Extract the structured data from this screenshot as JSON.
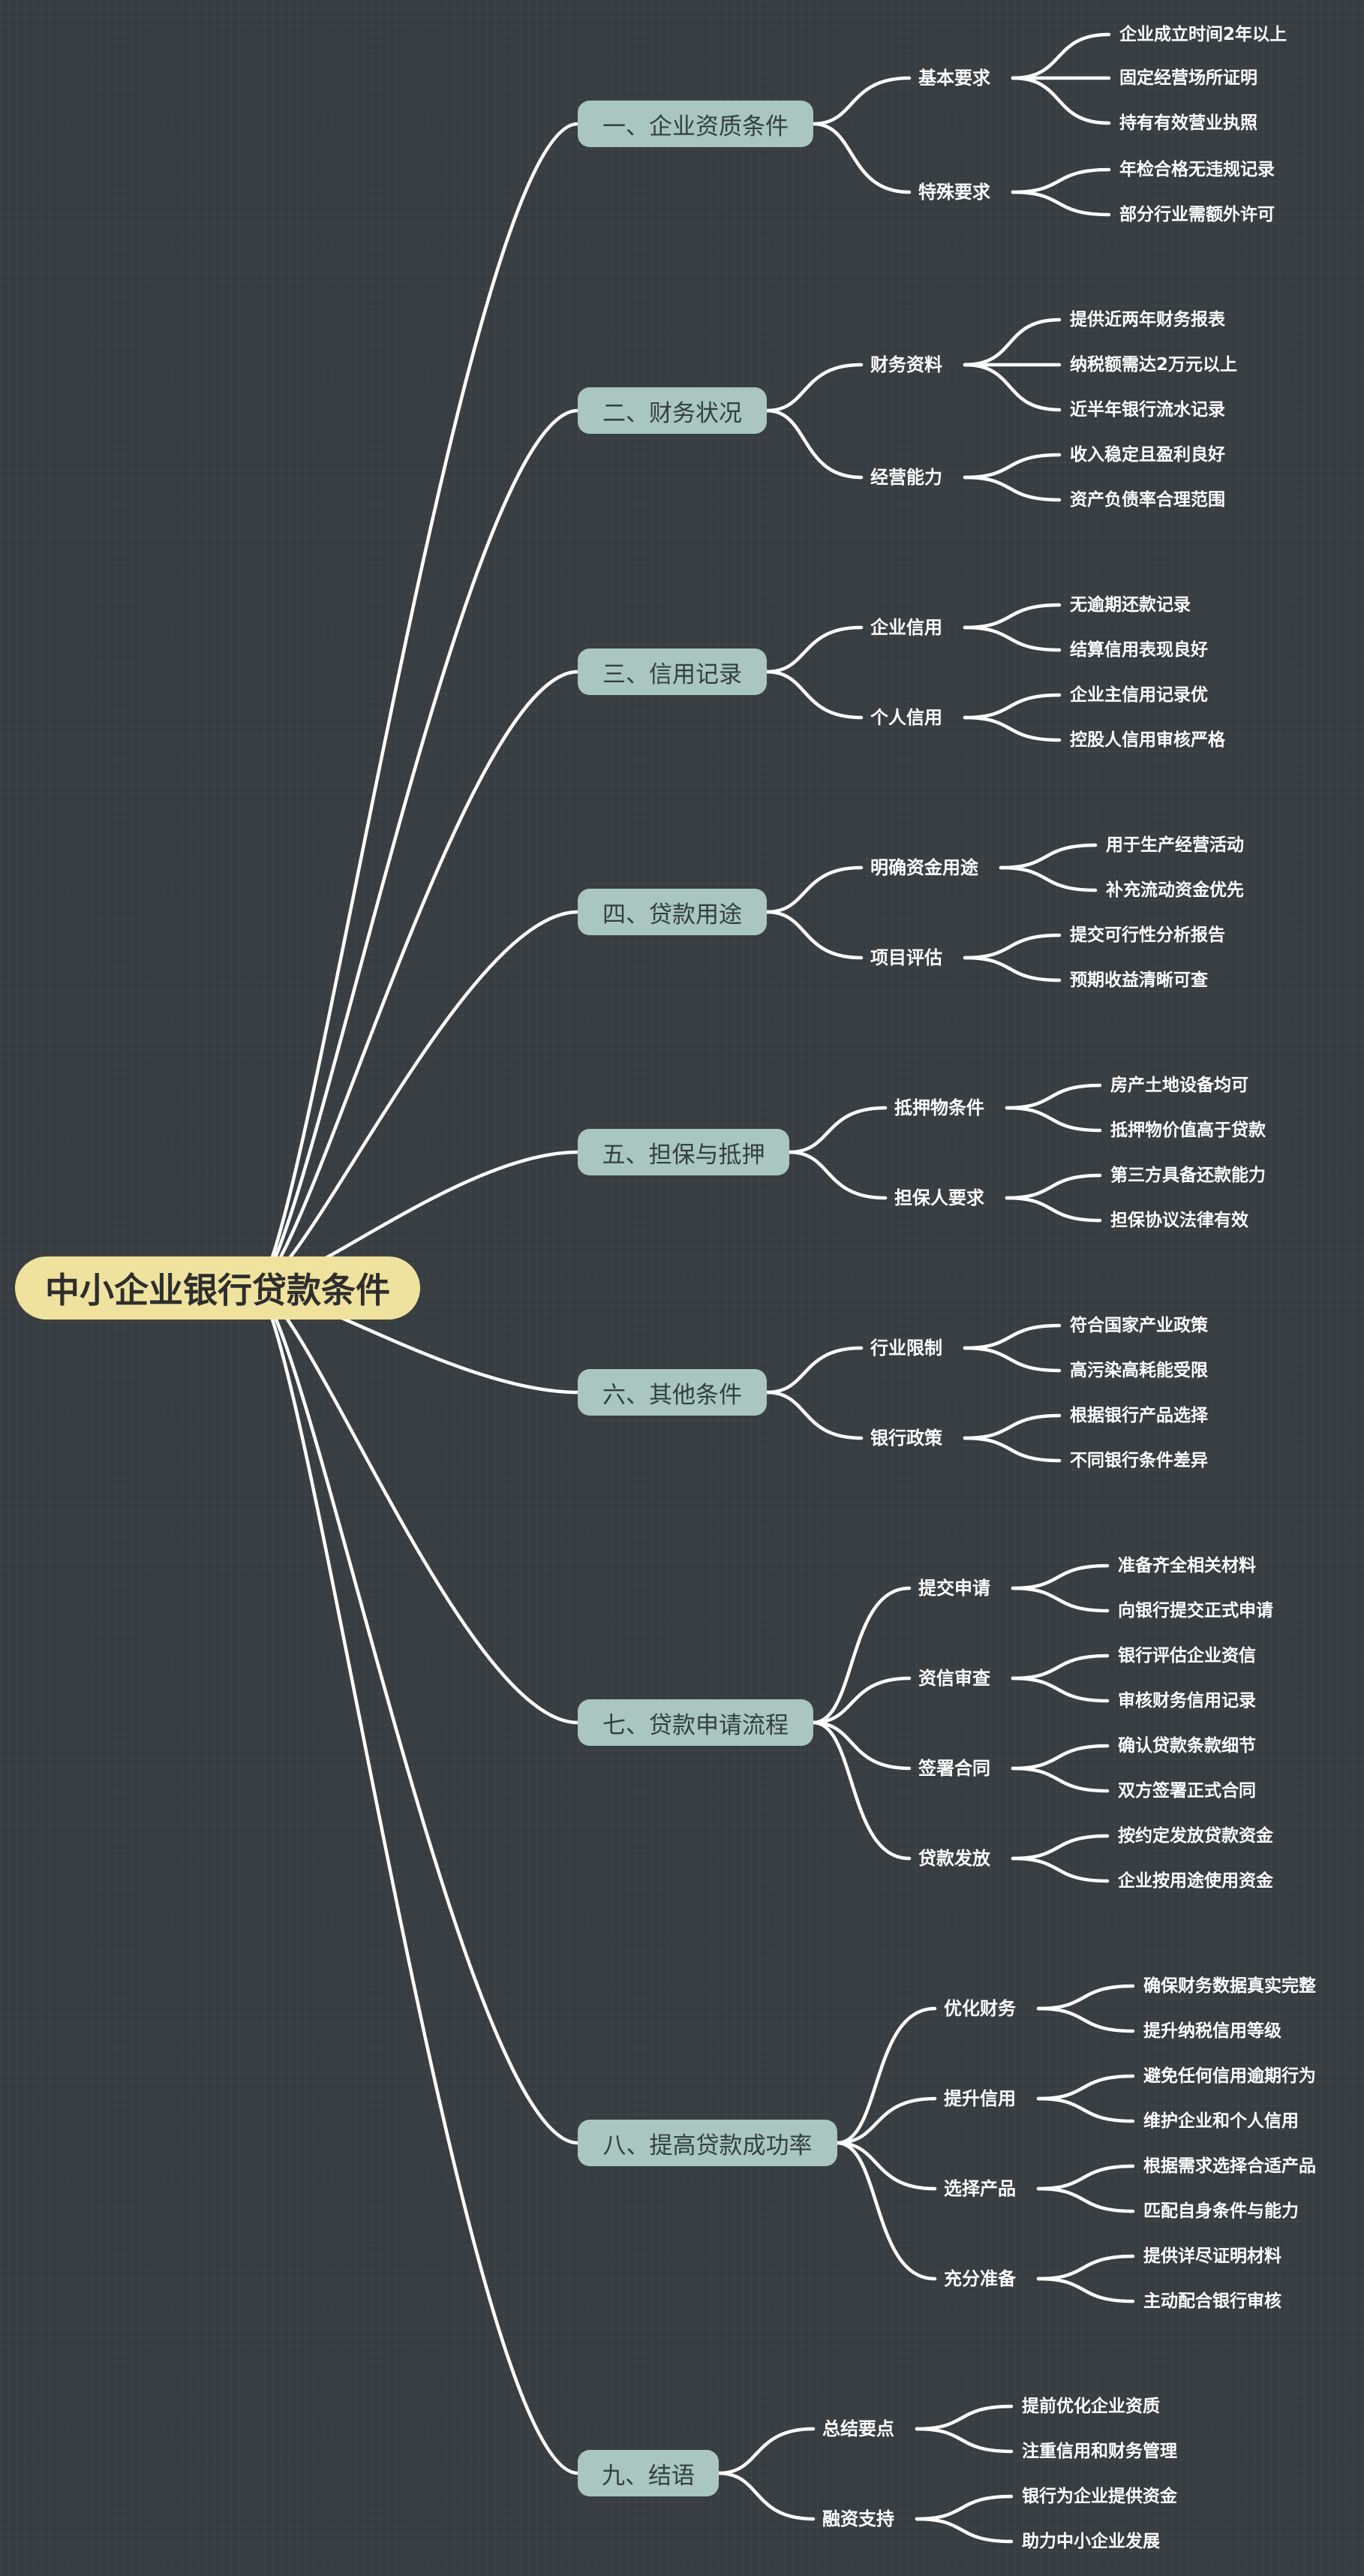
{
  "root": "中小企业银行贷款条件",
  "branches": [
    {
      "label": "一、企业资质条件",
      "groups": [
        {
          "label": "基本要求",
          "items": [
            "企业成立时间2年以上",
            "固定经营场所证明",
            "持有有效营业执照"
          ]
        },
        {
          "label": "特殊要求",
          "items": [
            "年检合格无违规记录",
            "部分行业需额外许可"
          ]
        }
      ]
    },
    {
      "label": "二、财务状况",
      "groups": [
        {
          "label": "财务资料",
          "items": [
            "提供近两年财务报表",
            "纳税额需达2万元以上",
            "近半年银行流水记录"
          ]
        },
        {
          "label": "经营能力",
          "items": [
            "收入稳定且盈利良好",
            "资产负债率合理范围"
          ]
        }
      ]
    },
    {
      "label": "三、信用记录",
      "groups": [
        {
          "label": "企业信用",
          "items": [
            "无逾期还款记录",
            "结算信用表现良好"
          ]
        },
        {
          "label": "个人信用",
          "items": [
            "企业主信用记录优",
            "控股人信用审核严格"
          ]
        }
      ]
    },
    {
      "label": "四、贷款用途",
      "groups": [
        {
          "label": "明确资金用途",
          "items": [
            "用于生产经营活动",
            "补充流动资金优先"
          ]
        },
        {
          "label": "项目评估",
          "items": [
            "提交可行性分析报告",
            "预期收益清晰可查"
          ]
        }
      ]
    },
    {
      "label": "五、担保与抵押",
      "groups": [
        {
          "label": "抵押物条件",
          "items": [
            "房产土地设备均可",
            "抵押物价值高于贷款"
          ]
        },
        {
          "label": "担保人要求",
          "items": [
            "第三方具备还款能力",
            "担保协议法律有效"
          ]
        }
      ]
    },
    {
      "label": "六、其他条件",
      "groups": [
        {
          "label": "行业限制",
          "items": [
            "符合国家产业政策",
            "高污染高耗能受限"
          ]
        },
        {
          "label": "银行政策",
          "items": [
            "根据银行产品选择",
            "不同银行条件差异"
          ]
        }
      ]
    },
    {
      "label": "七、贷款申请流程",
      "groups": [
        {
          "label": "提交申请",
          "items": [
            "准备齐全相关材料",
            "向银行提交正式申请"
          ]
        },
        {
          "label": "资信审查",
          "items": [
            "银行评估企业资信",
            "审核财务信用记录"
          ]
        },
        {
          "label": "签署合同",
          "items": [
            "确认贷款条款细节",
            "双方签署正式合同"
          ]
        },
        {
          "label": "贷款发放",
          "items": [
            "按约定发放贷款资金",
            "企业按用途使用资金"
          ]
        }
      ]
    },
    {
      "label": "八、提高贷款成功率",
      "groups": [
        {
          "label": "优化财务",
          "items": [
            "确保财务数据真实完整",
            "提升纳税信用等级"
          ]
        },
        {
          "label": "提升信用",
          "items": [
            "避免任何信用逾期行为",
            "维护企业和个人信用"
          ]
        },
        {
          "label": "选择产品",
          "items": [
            "根据需求选择合适产品",
            "匹配自身条件与能力"
          ]
        },
        {
          "label": "充分准备",
          "items": [
            "提供详尽证明材料",
            "主动配合银行审核"
          ]
        }
      ]
    },
    {
      "label": "九、结语",
      "groups": [
        {
          "label": "总结要点",
          "items": [
            "提前优化企业资质",
            "注重信用和财务管理"
          ]
        },
        {
          "label": "融资支持",
          "items": [
            "银行为企业提供资金",
            "助力中小企业发展"
          ]
        }
      ]
    }
  ]
}
